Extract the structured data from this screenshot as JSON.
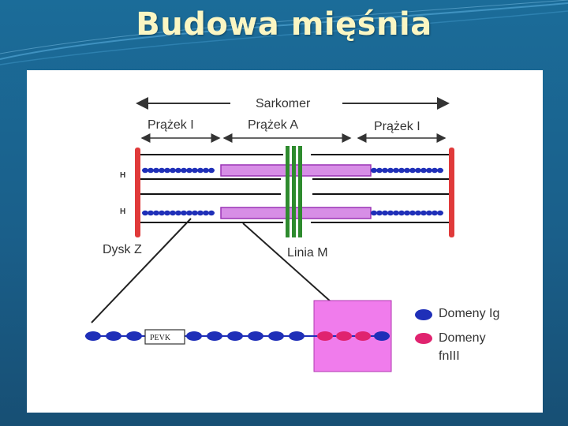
{
  "slide": {
    "title": "Budowa mięśnia"
  },
  "diagram": {
    "sarcomere_label": "Sarkomer",
    "band_i_left": "Prążek I",
    "band_a": "Prążek A",
    "band_i_right": "Prążek I",
    "filament_tag_1": "H",
    "filament_tag_2": "H",
    "z_disc_label": "Dysk Z",
    "m_line_label": "Linia M",
    "pevk_label": "PEVK",
    "legend_ig": "Domeny Ig",
    "legend_fn_line1": "Domeny",
    "legend_fn_line2": "fnIII"
  },
  "colors": {
    "background": "#1b6c99",
    "title_text": "#fbf6c3",
    "z_disc": "#e03a3a",
    "titin_bead": "#1f2fb8",
    "thick_filament": "#c04fd0",
    "m_line": "#2e8b2e",
    "fn_region": "#f07cec",
    "fn_bead": "#e0236f"
  }
}
